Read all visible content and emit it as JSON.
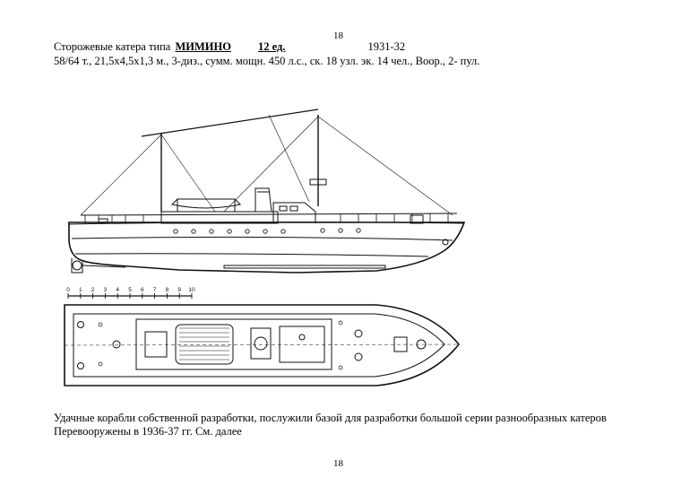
{
  "page": {
    "number_top": "18",
    "number_bottom": "18"
  },
  "header": {
    "title_prefix": "Сторожевые катера типа",
    "class_name": "МИМИНО",
    "count": "12 ед.",
    "years": "1931-32",
    "specs": "58/64 т., 21,5х4,5х1,3 м., 3-диз., сумм. мощн. 450 л.с., ск. 18 узл. эк. 14 чел., Воор., 2- пул."
  },
  "drawing": {
    "scale_labels": [
      "0",
      "1",
      "2",
      "3",
      "4",
      "5",
      "6",
      "7",
      "8",
      "9",
      "10"
    ]
  },
  "description": {
    "line1": "Удачные корабли собственной разработки, послужили базой для разработки большой серии разнообразных катеров",
    "line2": "Перевооружены в 1936-37 гг. См. далее"
  }
}
